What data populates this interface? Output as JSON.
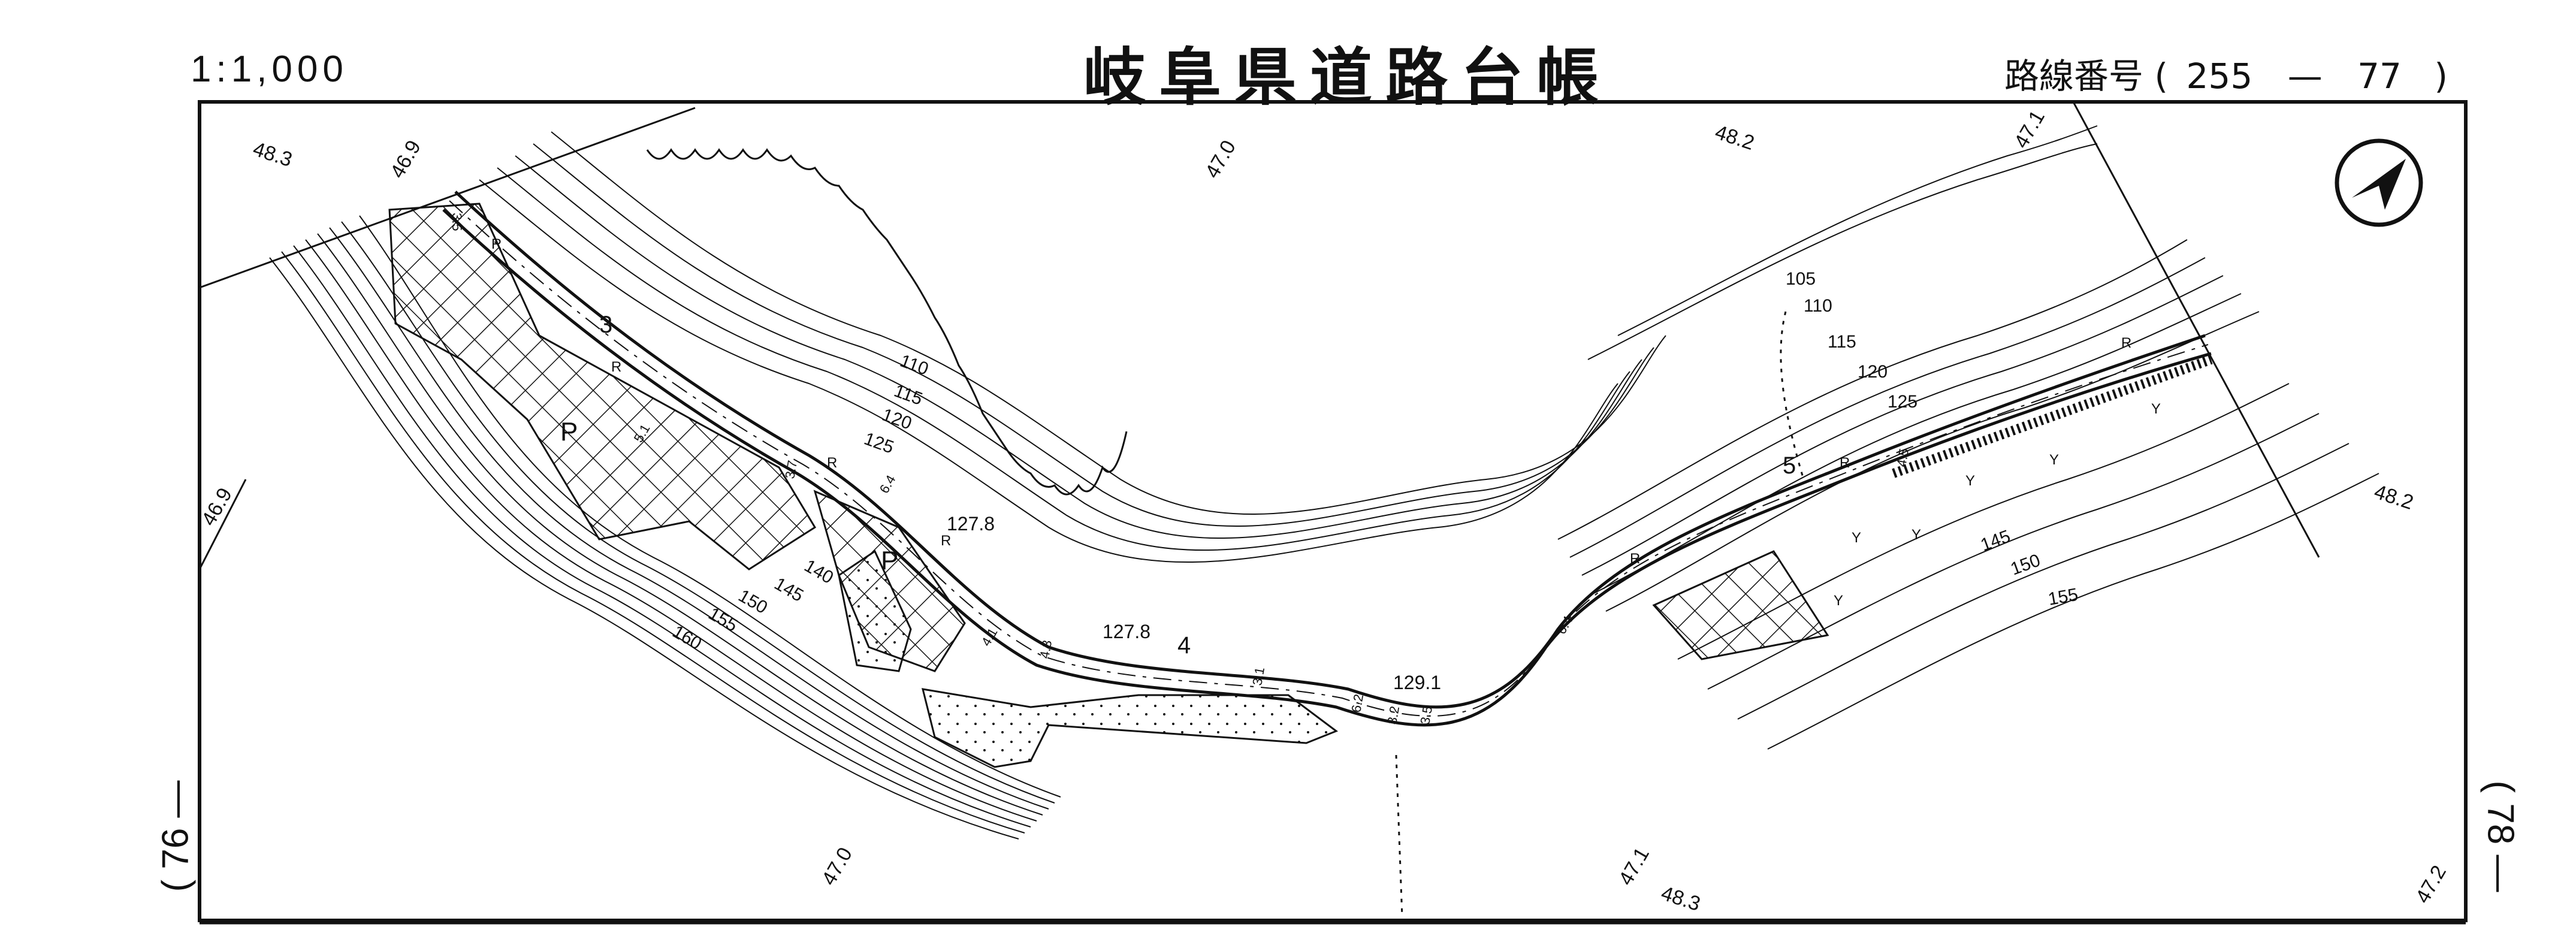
{
  "header": {
    "scale": "1:1,000",
    "title": "岐阜県道路台帳",
    "route_label": "路線番号",
    "route_open": "(",
    "route_no": "255",
    "route_dash": "—",
    "route_sheet": "77",
    "route_close": ")"
  },
  "adjacent": {
    "left": "( 76 —",
    "right": "( 78 —"
  },
  "grid_labels": [
    "48.3",
    "46.9",
    "47.0",
    "48.2",
    "47.1",
    "46.9",
    "48.2",
    "47.0",
    "47.1",
    "48.3",
    "47.2"
  ],
  "contour_labels": [
    "105",
    "110",
    "115",
    "120",
    "125",
    "110",
    "115",
    "120",
    "125",
    "140",
    "145",
    "150",
    "155",
    "160",
    "145",
    "150",
    "155"
  ],
  "elevations": [
    "127.8",
    "127.8",
    "129.1"
  ],
  "station_labels": [
    "3",
    "4",
    "5"
  ],
  "road_widths": [
    "3.5",
    "5.1",
    "6.4",
    "3.7",
    "4.3",
    "4.1",
    "3.1",
    "6.2",
    "3.2",
    "3.5",
    "6.4",
    "4.5"
  ],
  "symbols": {
    "R": "R",
    "P": "P",
    "Y": "Y"
  },
  "north_arrow": "north-arrow-icon"
}
